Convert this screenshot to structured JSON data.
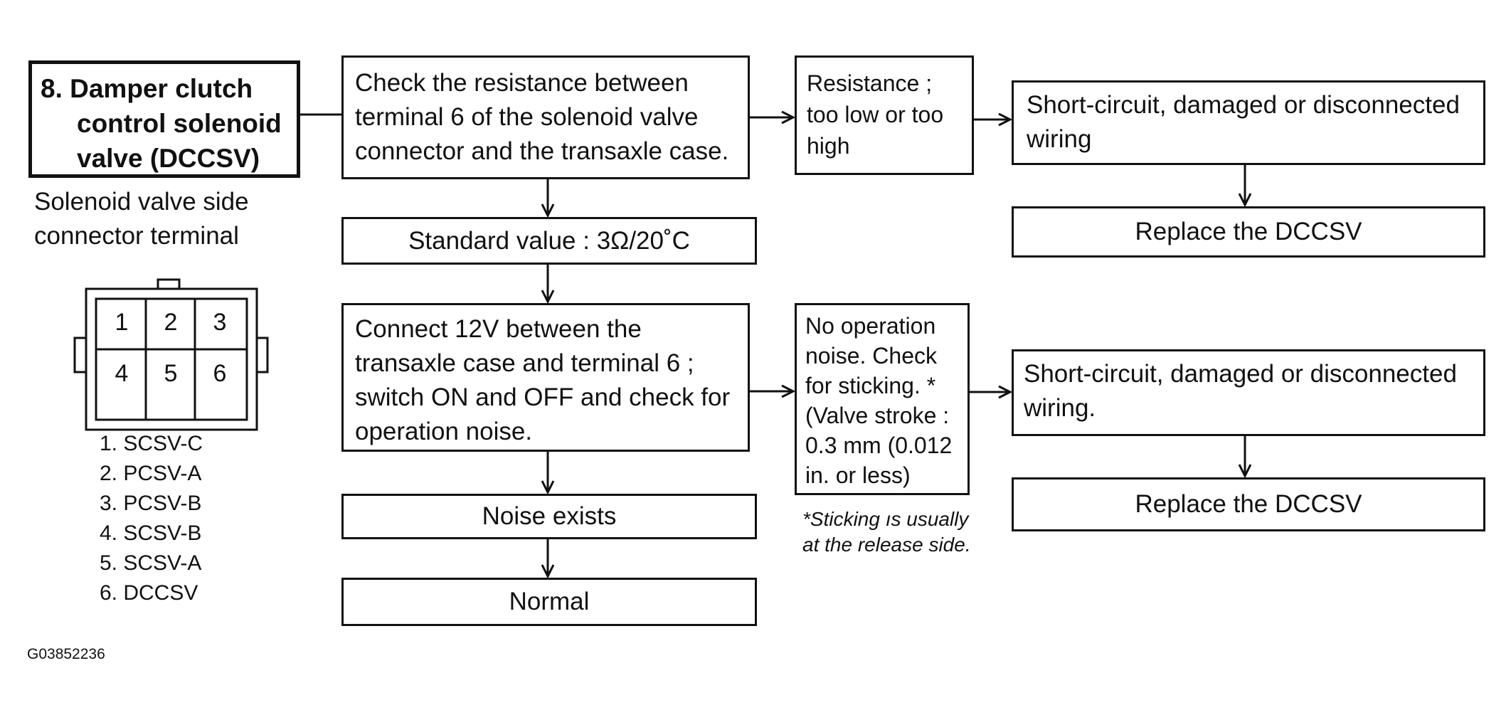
{
  "title_box": {
    "lines": [
      "8. Damper clutch",
      "control solenoid",
      "valve (DCCSV)"
    ]
  },
  "connector_caption": {
    "lines": [
      "Solenoid valve side",
      "connector terminal"
    ]
  },
  "connector": {
    "terminals": [
      "1",
      "2",
      "3",
      "4",
      "5",
      "6"
    ]
  },
  "terminal_list": [
    "1. SCSV-C",
    "2. PCSV-A",
    "3. PCSV-B",
    "4. SCSV-B",
    "5. SCSV-A",
    "6. DCCSV"
  ],
  "check_resistance": {
    "lines": [
      "Check the resistance between",
      "terminal 6 of the solenoid valve",
      "connector and the transaxle case."
    ]
  },
  "standard_value": "Standard value : 3Ω/20˚C",
  "connect_12v": {
    "lines": [
      "Connect 12V between the",
      "transaxle case and terminal 6 ;",
      "switch ON and OFF and check for",
      "operation noise."
    ]
  },
  "noise_exists": "Noise exists",
  "normal": "Normal",
  "resistance_fault": {
    "lines": [
      "Resistance ;",
      "too low or too",
      "high"
    ]
  },
  "no_operation": {
    "lines": [
      "No operation",
      "noise. Check",
      "for sticking. *",
      "(Valve stroke :",
      "0.3 mm (0.012",
      "in. or less)"
    ]
  },
  "sticking_note": {
    "lines": [
      "*Sticking ıs usually",
      "at the release side."
    ]
  },
  "wiring_fault_1": {
    "lines": [
      "Short-circuit, damaged or disconnected",
      "wiring"
    ]
  },
  "replace_1": "Replace the DCCSV",
  "wiring_fault_2": {
    "lines": [
      "Short-circuit, damaged or disconnected",
      "wiring."
    ]
  },
  "replace_2": "Replace the DCCSV",
  "figure_code": "G03852236"
}
